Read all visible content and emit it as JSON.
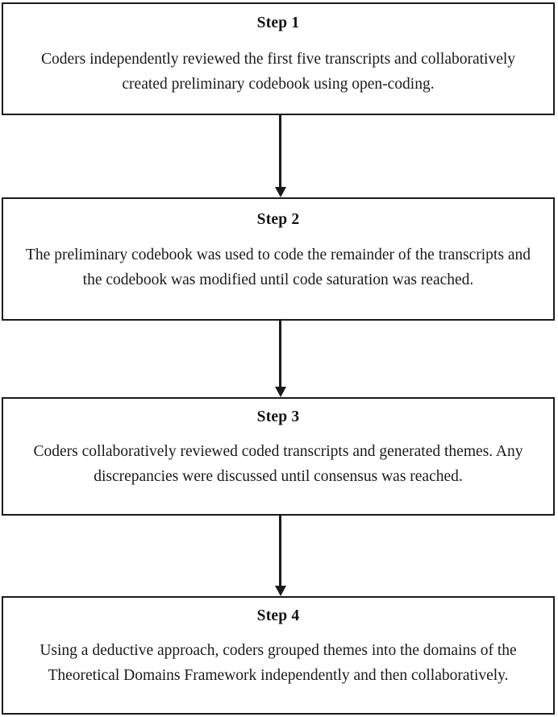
{
  "diagram": {
    "type": "vertical-flowchart",
    "orientation": "top-to-bottom",
    "node_count": 4,
    "connector_count": 3,
    "colors": {
      "box_border": "#1a1a1a",
      "box_fill": "#ffffff",
      "text": "#111111",
      "arrow": "#1a1a1a",
      "background": "#ffffff"
    },
    "steps": [
      {
        "title": "Step 1",
        "body": "Coders independently reviewed the first five transcripts and collaboratively created preliminary codebook using open-coding."
      },
      {
        "title": "Step 2",
        "body": "The preliminary codebook was used to code the remainder of the transcripts and the codebook was modified until code saturation was reached."
      },
      {
        "title": "Step 3",
        "body": "Coders collaboratively reviewed coded transcripts and generated themes. Any discrepancies were discussed until consensus was reached."
      },
      {
        "title": "Step 4",
        "body": "Using a deductive approach, coders grouped themes into the domains of the Theoretical Domains Framework independently and then collaboratively."
      }
    ],
    "connectors": [
      {
        "from": "Step 1",
        "to": "Step 2",
        "style": "solid-arrow-down"
      },
      {
        "from": "Step 2",
        "to": "Step 3",
        "style": "solid-arrow-down"
      },
      {
        "from": "Step 3",
        "to": "Step 4",
        "style": "solid-arrow-down"
      }
    ]
  }
}
